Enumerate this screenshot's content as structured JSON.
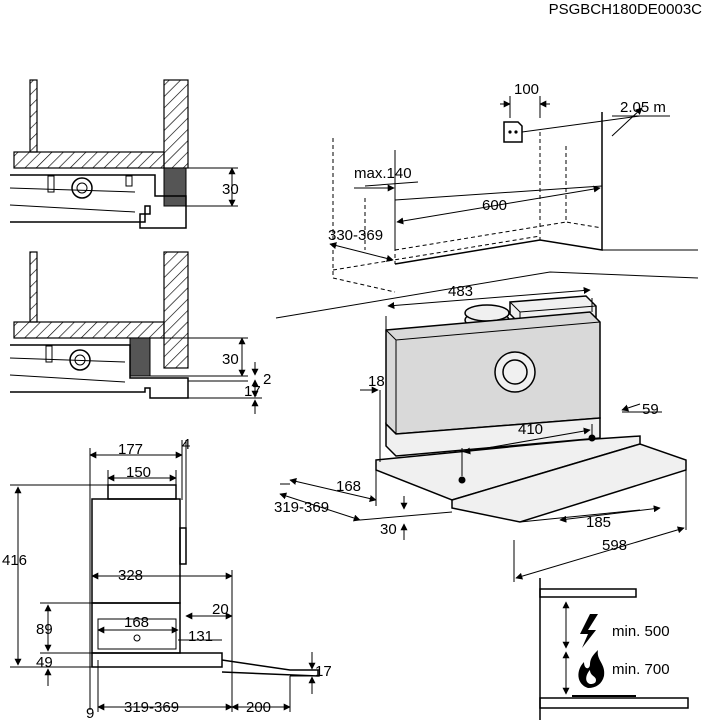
{
  "drawing_code": "PSGBCH180DE0003C",
  "top_detail": {
    "dim_30": "30"
  },
  "mid_detail": {
    "dim_30": "30",
    "dim_2": "2",
    "dim_17": "17"
  },
  "side_view": {
    "dim_177": "177",
    "dim_4": "4",
    "dim_150": "150",
    "dim_416": "416",
    "dim_328": "328",
    "dim_89": "89",
    "dim_168": "168",
    "dim_20": "20",
    "dim_131": "131",
    "dim_49": "49",
    "dim_17": "17",
    "dim_9": "9",
    "dim_319_369": "319-369",
    "dim_200": "200"
  },
  "wall_view": {
    "dim_100": "100",
    "dim_2_05m": "2.05 m",
    "dim_max140": "max.140",
    "dim_600": "600",
    "dim_330_369": "330-369"
  },
  "iso_view": {
    "dim_483": "483",
    "dim_18": "18",
    "dim_59": "59",
    "dim_410": "410",
    "dim_168": "168",
    "dim_319_369": "319-369",
    "dim_30": "30",
    "dim_185": "185",
    "dim_598": "598"
  },
  "clearance": {
    "min_electric": "min. 500",
    "min_gas": "min. 700",
    "electric_icon": "lightning-icon",
    "gas_icon": "flame-icon"
  }
}
